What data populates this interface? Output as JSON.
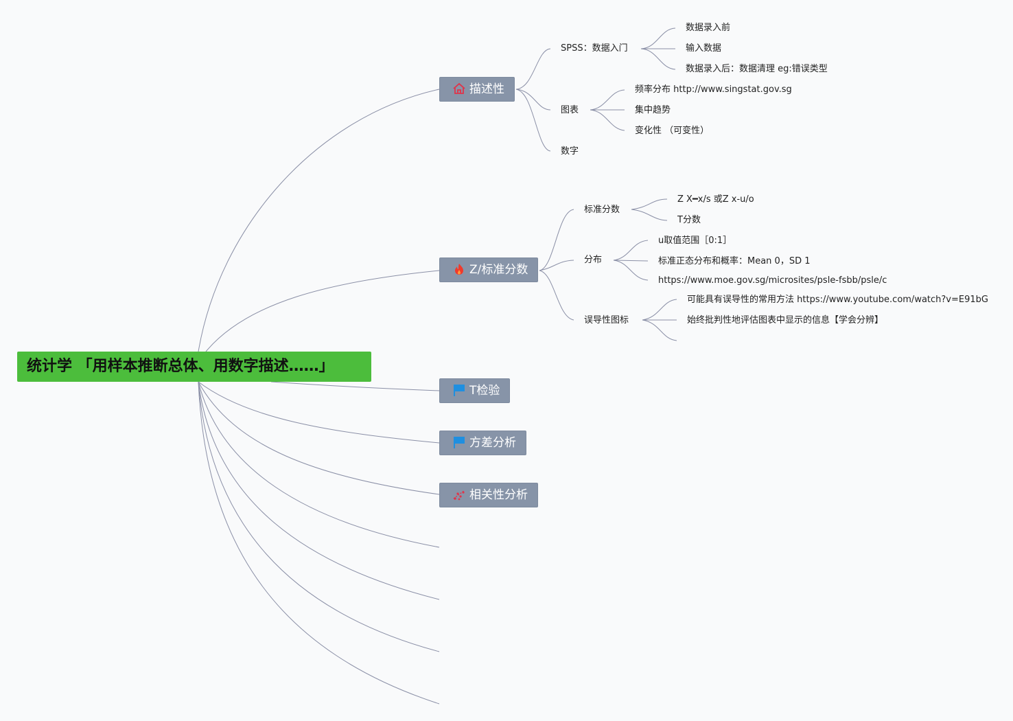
{
  "root": {
    "title": "统计学 「用样本推断总体、用数字描述……」"
  },
  "topics": {
    "descriptive": {
      "label": "描述性",
      "icon": "home-icon",
      "icon_color": "#e0344a"
    },
    "zscore": {
      "label": "Z/标准分数",
      "icon": "fire-icon",
      "icon_color": "#f0392b"
    },
    "ttest": {
      "label": "T检验",
      "icon": "flag-icon",
      "icon_color": "#1f8fe0"
    },
    "anova": {
      "label": "方差分析",
      "icon": "flag-icon",
      "icon_color": "#1f8fe0"
    },
    "correlation": {
      "label": "相关性分析",
      "icon": "scatter-icon",
      "icon_color": "#e0344a"
    }
  },
  "descriptive": {
    "spss": "SPSS：数据入门",
    "spss_children": [
      "数据录入前",
      "输入数据",
      "数据录入后：数据清理 eg:错误类型"
    ],
    "charts": "图表",
    "charts_children": [
      "频率分布 http://www.singstat.gov.sg",
      "集中趋势",
      "变化性 （可变性）"
    ],
    "numbers": "数字"
  },
  "zscore": {
    "standard": "标准分数",
    "standard_children": [
      "Z   X━x/s 或Z   x-u/o",
      "T分数"
    ],
    "distribution": "分布",
    "distribution_children": [
      "u取值范围［0:1］",
      "标准正态分布和概率：Mean   0，SD   1",
      "https://www.moe.gov.sg/microsites/psle-fsbb/psle/c"
    ],
    "misleading": "误导性图标",
    "misleading_children": [
      "可能具有误导性的常用方法 https://www.youtube.com/watch?v=E91bG",
      "始终批判性地评估图表中显示的信息【学会分辨】"
    ]
  },
  "colors": {
    "root_bg": "#4cbd3c",
    "topic_bg": "#8794a8",
    "line": "#8a8fa6",
    "background": "#f9fafb"
  }
}
